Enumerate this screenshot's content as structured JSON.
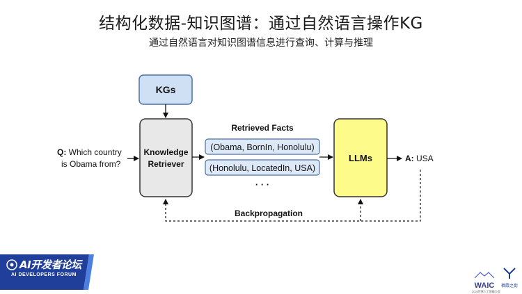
{
  "slide": {
    "title": "结构化数据-知识图谱：通过自然语言操作KG",
    "subtitle": "通过自然语言对知识图谱信息进行查询、计算与推理"
  },
  "diagram": {
    "kgs_label": "KGs",
    "retriever_line1": "Knowledge",
    "retriever_line2": "Retriever",
    "llms_label": "LLMs",
    "question_prefix": "Q:",
    "question_line1": " Which country",
    "question_line2": "is Obama from?",
    "answer_prefix": "A:",
    "answer_value": " USA",
    "retrieved_facts_title": "Retrieved Facts",
    "facts": [
      "(Obama, BornIn, Honolulu)",
      "(Honolulu, LocatedIn, USA)"
    ],
    "ellipsis": "· · ·",
    "backprop_label": "Backpropagation",
    "colors": {
      "kg_box": "#cfe0f5",
      "kg_border": "#4a6fa5",
      "retriever_box": "#e8e8e8",
      "llm_box": "#fdfb8a",
      "fact_box": "#dde9f7"
    }
  },
  "footer": {
    "forum_cn": "AI开发者论坛",
    "forum_en": "AI DEVELOPERS FORUM",
    "waic": "WAIC",
    "waic_sub": "2023世界人工智能大会",
    "xiyuan": "栖霞之街"
  }
}
